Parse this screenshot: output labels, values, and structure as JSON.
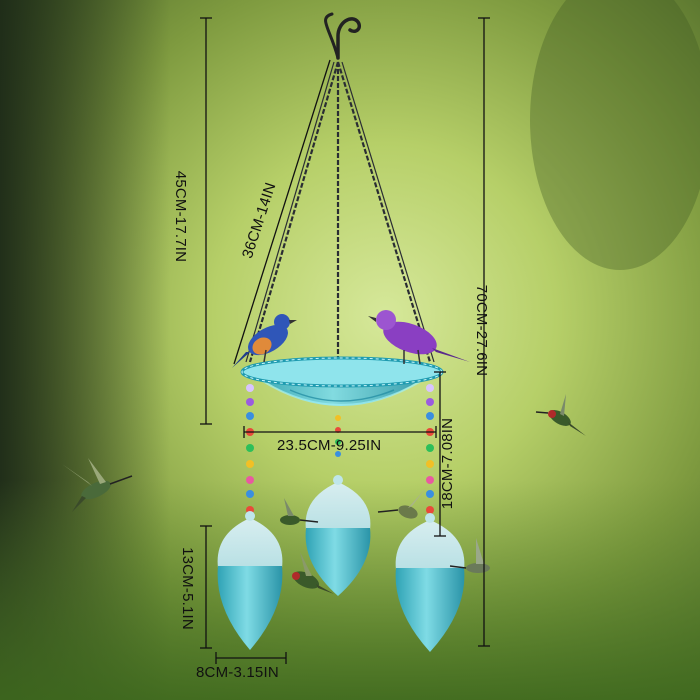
{
  "dimensions": {
    "total_height": "70CM-27.6IN",
    "chain_height": "45CM-17.7IN",
    "chain_length": "36CM-14IN",
    "bowl_diameter": "23.5CM-9.25IN",
    "drop_height": "18CM-7.08IN",
    "feeder_height": "13CM-5.1IN",
    "feeder_width": "8CM-3.15IN"
  },
  "colors": {
    "glass": "#5fc9d6",
    "glass_dark": "#2fa3b5",
    "chain": "#2a2d33",
    "background_top": "#8aa04a",
    "background_mid": "#b9d46a"
  },
  "icons": [
    "hanging-hook-icon",
    "bluebird-icon",
    "purple-bird-icon",
    "hummingbird-icon",
    "bead-strand-icon"
  ]
}
